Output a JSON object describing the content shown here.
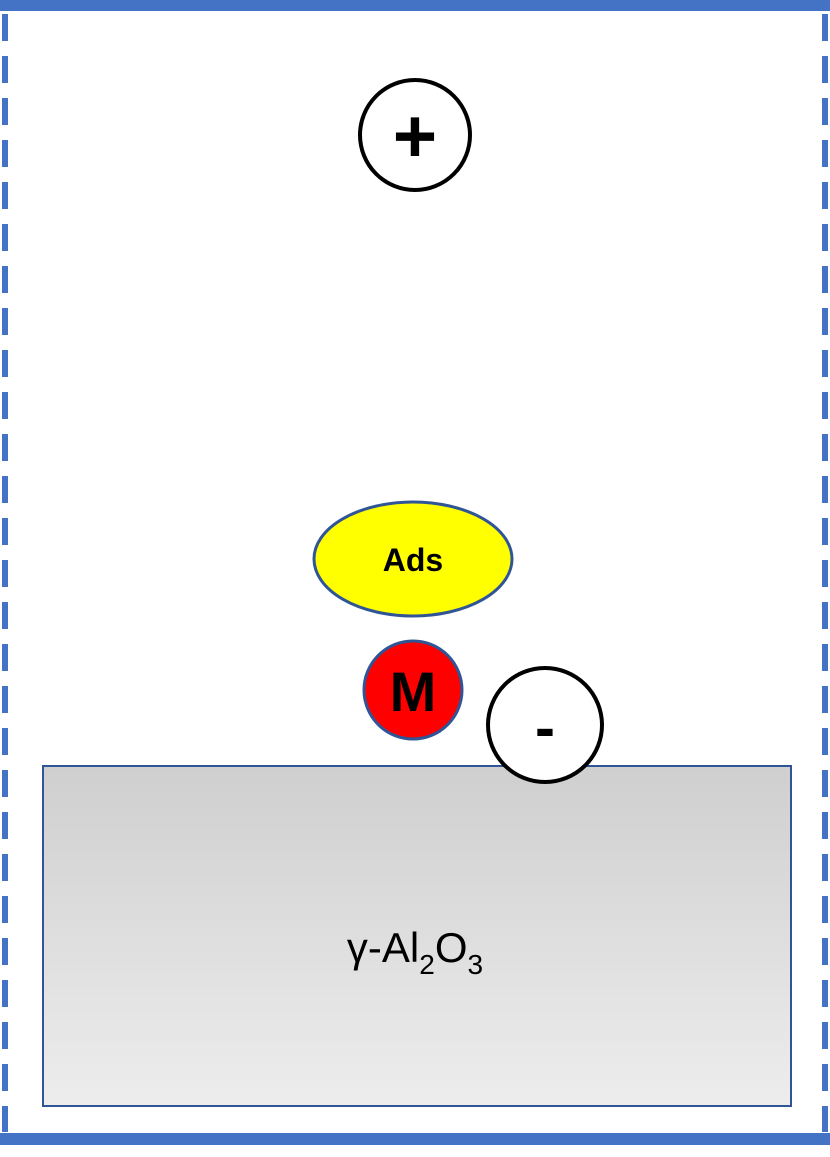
{
  "colors": {
    "boundary_blue": "#4472C4",
    "adsorbate_fill": "#FFFF00",
    "metal_fill": "#FF0000",
    "outline_blue": "#2F5597",
    "charge_stroke": "#000000",
    "substrate_top": "#CFCFCF",
    "substrate_bottom": "#EDEDED"
  },
  "charges": {
    "positive_symbol": "+",
    "negative_symbol": "-"
  },
  "adsorbate": {
    "label": "Ads"
  },
  "metal": {
    "label": "M"
  },
  "substrate": {
    "label_prefix": "γ-Al",
    "sub_1": "2",
    "label_mid": "O",
    "sub_2": "3"
  }
}
